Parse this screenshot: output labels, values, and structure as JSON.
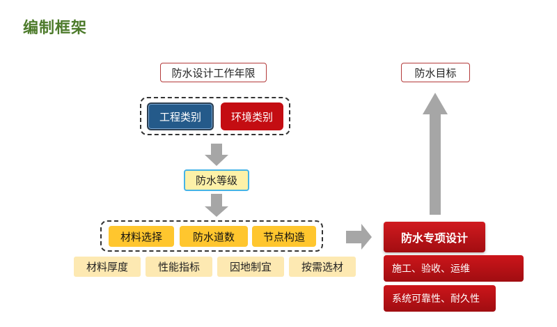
{
  "page": {
    "title": "编制框架"
  },
  "inputs": {
    "service_life": "防水设计工作年限",
    "engineering_category": "工程类别",
    "environment_category": "环境类别"
  },
  "waterproof_level": "防水等级",
  "measures": {
    "primary": [
      "材料选择",
      "防水道数",
      "节点构造"
    ],
    "secondary": [
      "材料厚度",
      "性能指标",
      "因地制宜",
      "按需选材"
    ]
  },
  "design": {
    "main": "防水专项设计",
    "items": [
      "施工、验收、运维",
      "系统可靠性、耐久性"
    ]
  },
  "goal": "防水目标",
  "colors": {
    "title_green": "#4c7a2a",
    "blue_tile": "#245a8a",
    "red_tile": "#c40d12",
    "yellow_tile": "#ffc62e",
    "light_tile": "#fde9b2",
    "arrow_gray": "#a6a6a6"
  }
}
